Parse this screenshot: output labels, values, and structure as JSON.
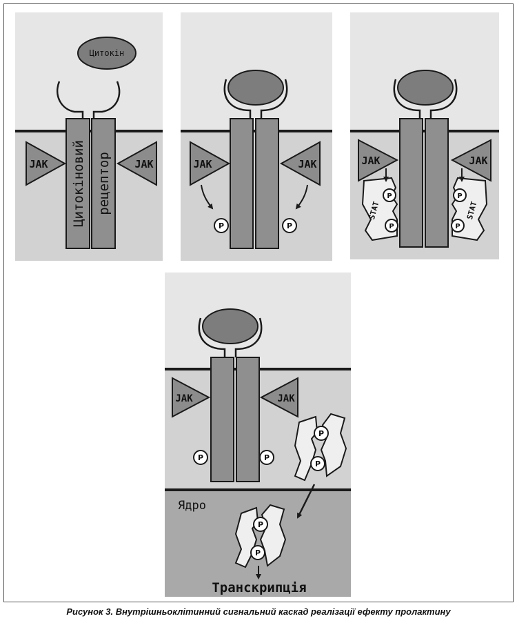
{
  "labels": {
    "cytokine": "Цитокін",
    "receptor_left": "Цитокіновий",
    "receptor_right": "рецептор",
    "jak": "JAK",
    "stat": "STAT",
    "phosphate": "P",
    "nucleus": "Ядро",
    "transcription": "Транскрипція"
  },
  "caption": "Рисунок 3. Внутрішньоклітинний сигнальний каскад реалізації ефекту пролактину",
  "colors": {
    "panel_top": "#e6e6e6",
    "panel_bottom": "#d2d2d2",
    "nucleus": "#a9a9a9",
    "receptor": "#8f8f8f",
    "jak": "#8c8c8c",
    "cytokine": "#7d7d7d",
    "line": "#1a1a1a"
  }
}
